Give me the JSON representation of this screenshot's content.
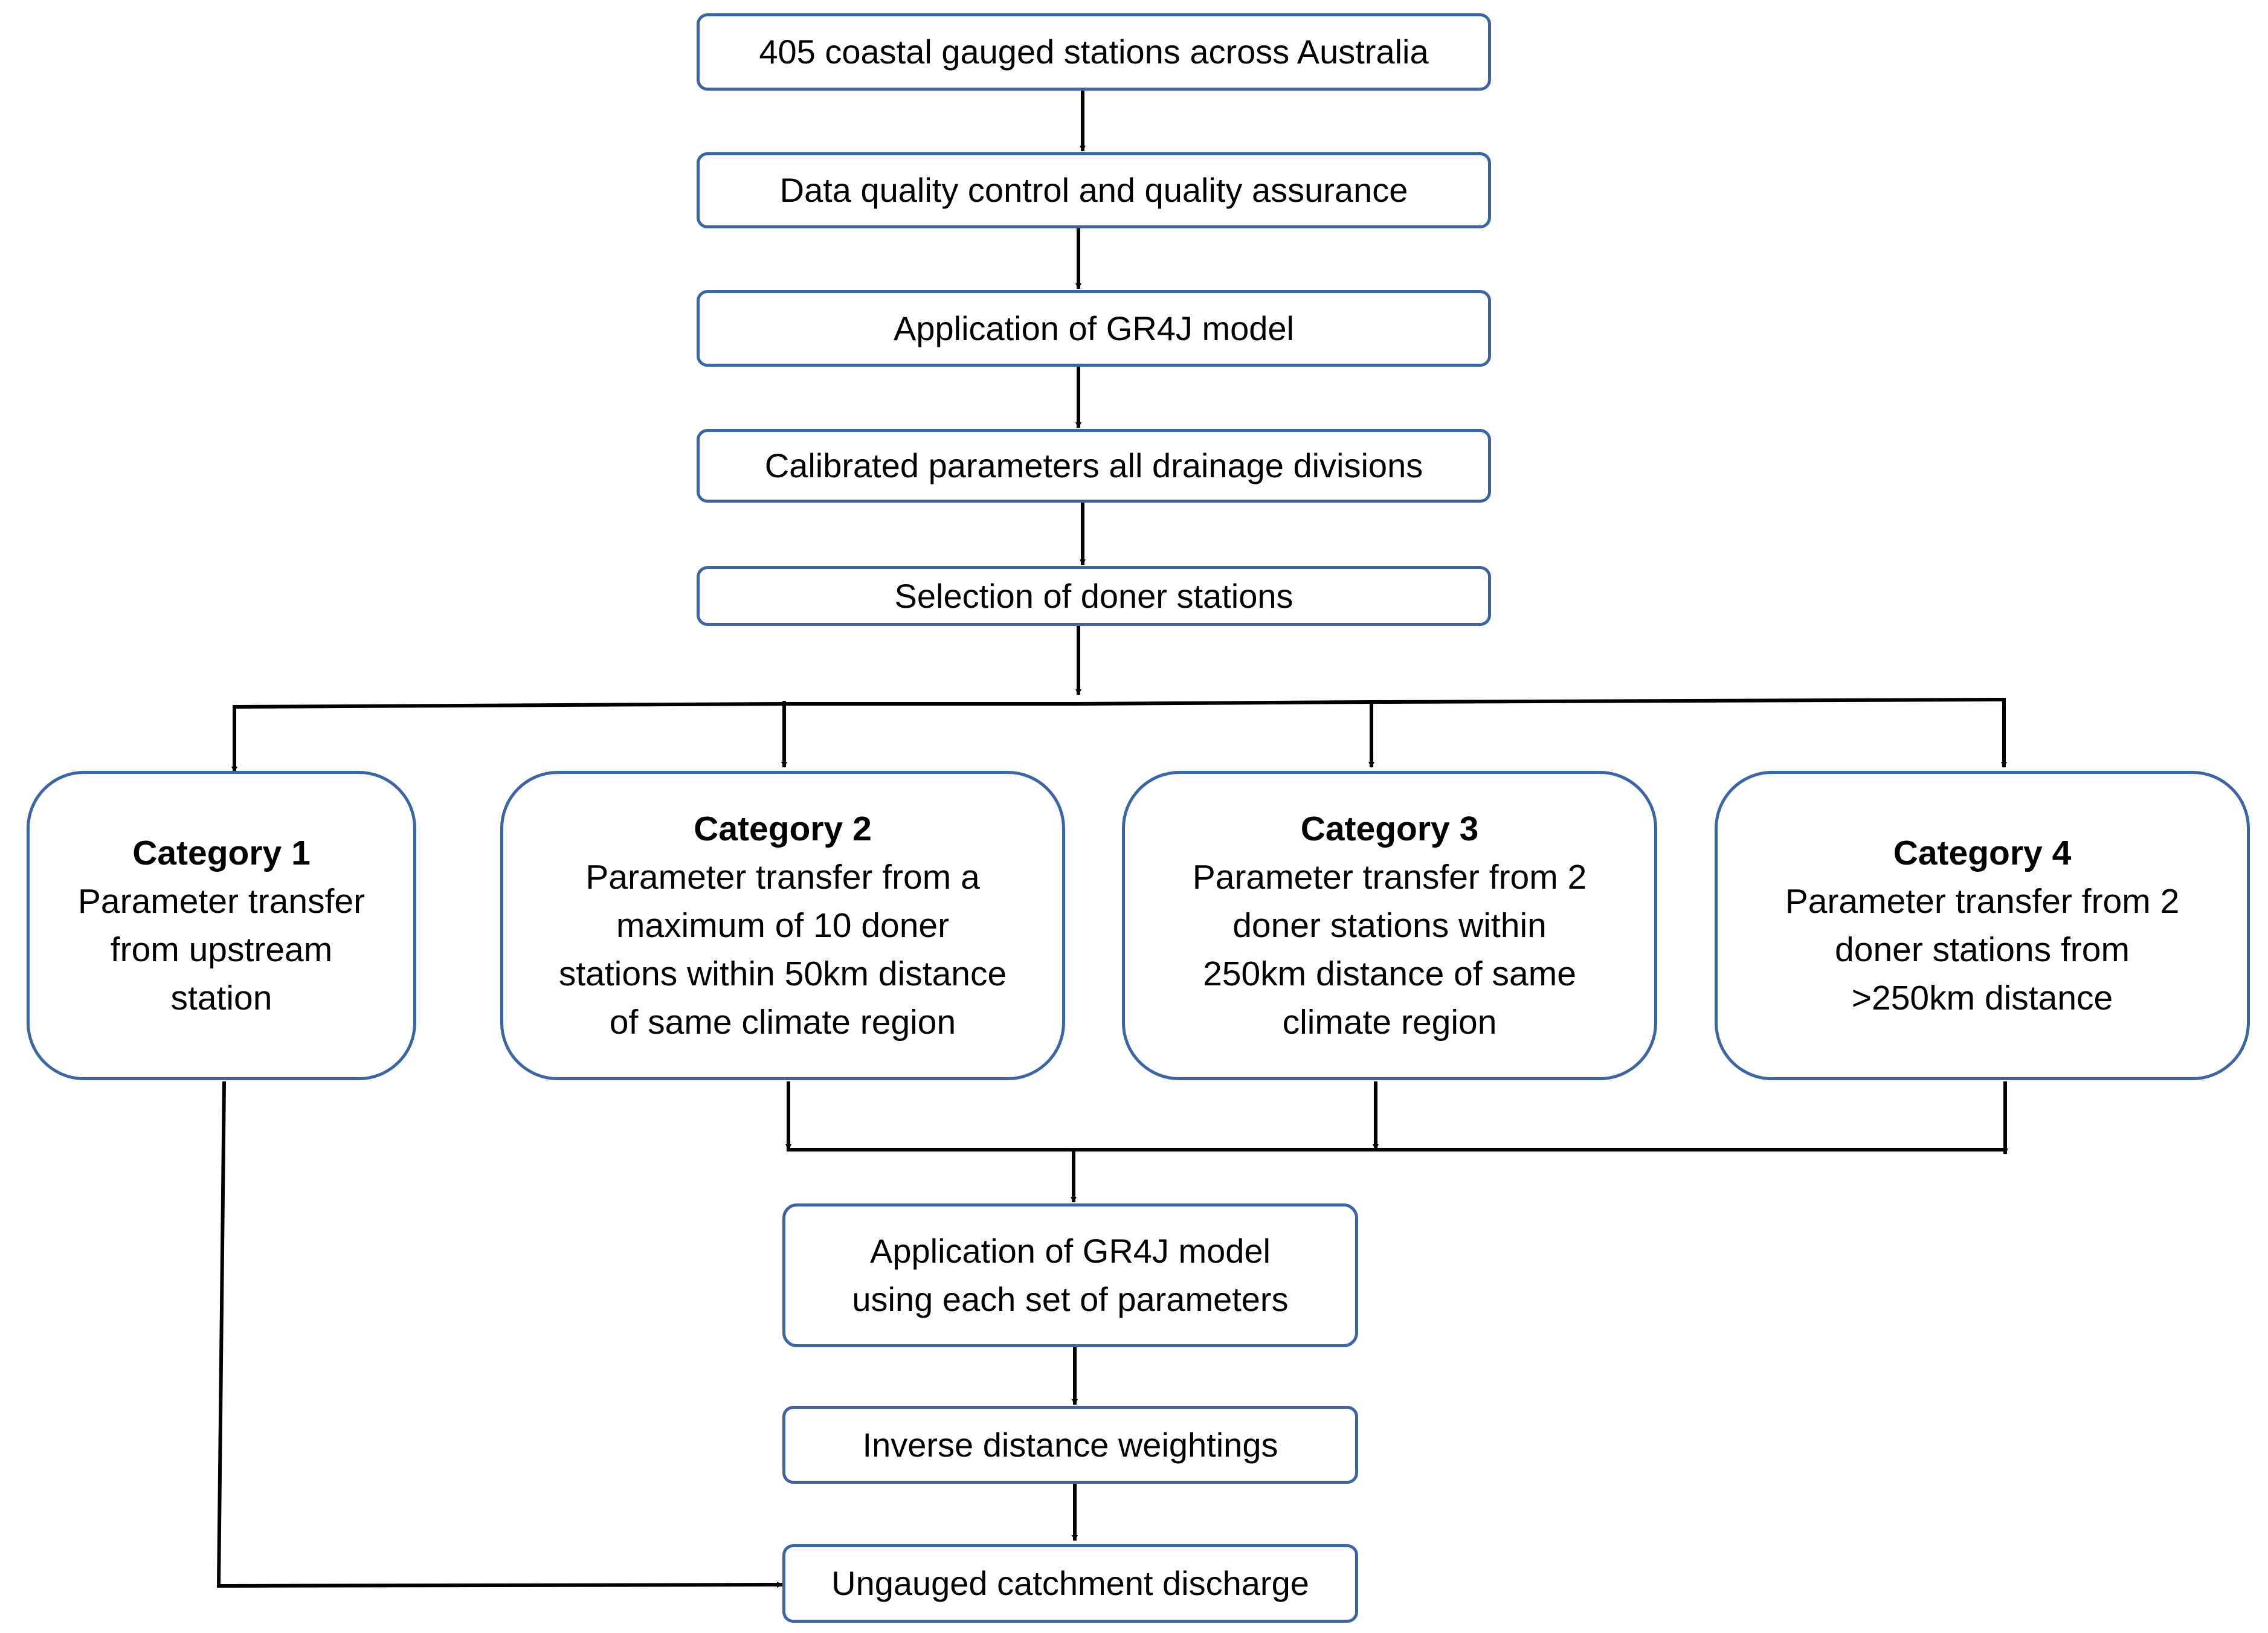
{
  "steps": {
    "step1": "405 coastal gauged stations across Australia",
    "step2": "Data quality control and quality assurance",
    "step3": "Application of GR4J model",
    "step4": "Calibrated parameters all drainage divisions",
    "step5": "Selection of doner stations"
  },
  "categories": [
    {
      "title": "Category 1",
      "desc": "Parameter transfer\nfrom upstream\nstation"
    },
    {
      "title": "Category 2",
      "desc": "Parameter transfer from a\nmaximum of 10 doner\nstations within 50km distance\nof same climate region"
    },
    {
      "title": "Category 3",
      "desc": "Parameter transfer from 2\ndoner stations within\n250km distance of same\nclimate region"
    },
    {
      "title": "Category 4",
      "desc": "Parameter transfer from 2\ndoner stations from\n>250km distance"
    }
  ],
  "lower": {
    "apply": "Application of GR4J model\nusing each set of parameters",
    "idw": "Inverse distance weightings",
    "discharge": "Ungauged catchment discharge"
  },
  "colors": {
    "box_border": "#3a66a8",
    "connector": "#000000"
  }
}
